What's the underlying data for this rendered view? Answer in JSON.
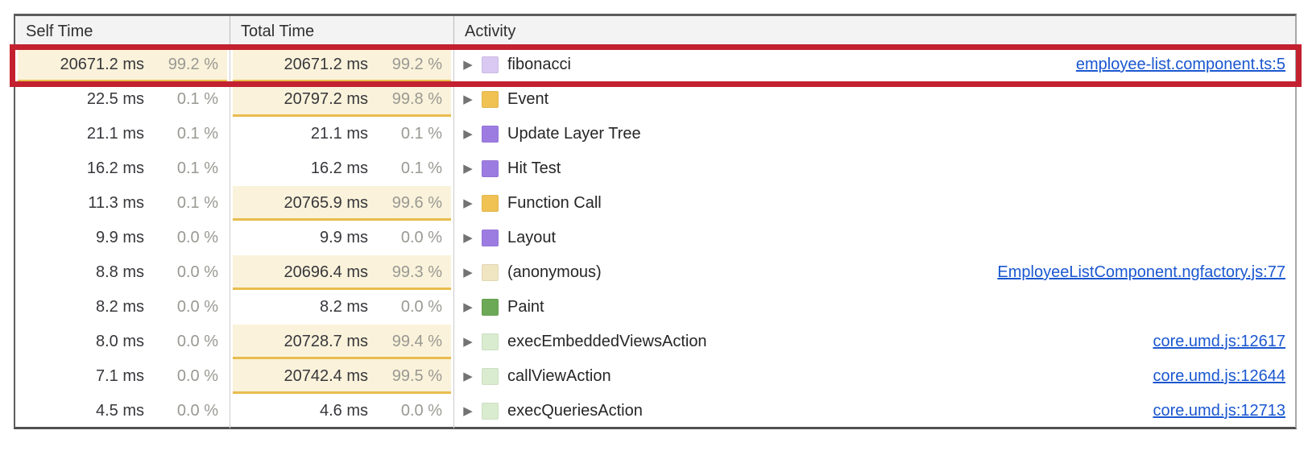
{
  "panel": "performance-call-tree",
  "colors": {
    "heavy_cell_bg": "#faf2da",
    "heavy_cell_border": "#e8bc4e",
    "annotation_red": "#c32030",
    "link_blue": "#1a57d0",
    "header_bg": "#f3f3f3"
  },
  "table": {
    "columns": {
      "self": "Self Time",
      "total": "Total Time",
      "activity": "Activity"
    },
    "rows": [
      {
        "self_ms": "20671.2 ms",
        "self_pct": "99.2 %",
        "self_heavy": true,
        "total_ms": "20671.2 ms",
        "total_pct": "99.2 %",
        "total_heavy": true,
        "activity": "fibonacci",
        "icon": "scripting-frame-icon",
        "icon_color": "#d9c8f2",
        "icon_speckled": true,
        "link": "employee-list.component.ts:5",
        "highlighted": true
      },
      {
        "self_ms": "22.5 ms",
        "self_pct": "0.1 %",
        "self_heavy": false,
        "total_ms": "20797.2 ms",
        "total_pct": "99.8 %",
        "total_heavy": true,
        "activity": "Event",
        "icon": "event-category-icon",
        "icon_color": "#f0c254",
        "icon_speckled": true,
        "link": "",
        "highlighted": false
      },
      {
        "self_ms": "21.1 ms",
        "self_pct": "0.1 %",
        "self_heavy": false,
        "total_ms": "21.1 ms",
        "total_pct": "0.1 %",
        "total_heavy": false,
        "activity": "Update Layer Tree",
        "icon": "rendering-category-icon",
        "icon_color": "#9d7ce2",
        "icon_speckled": false,
        "link": "",
        "highlighted": false
      },
      {
        "self_ms": "16.2 ms",
        "self_pct": "0.1 %",
        "self_heavy": false,
        "total_ms": "16.2 ms",
        "total_pct": "0.1 %",
        "total_heavy": false,
        "activity": "Hit Test",
        "icon": "rendering-category-icon",
        "icon_color": "#9d7ce2",
        "icon_speckled": false,
        "link": "",
        "highlighted": false
      },
      {
        "self_ms": "11.3 ms",
        "self_pct": "0.1 %",
        "self_heavy": false,
        "total_ms": "20765.9 ms",
        "total_pct": "99.6 %",
        "total_heavy": true,
        "activity": "Function Call",
        "icon": "scripting-category-icon",
        "icon_color": "#f0c254",
        "icon_speckled": true,
        "link": "",
        "highlighted": false
      },
      {
        "self_ms": "9.9 ms",
        "self_pct": "0.0 %",
        "self_heavy": false,
        "total_ms": "9.9 ms",
        "total_pct": "0.0 %",
        "total_heavy": false,
        "activity": "Layout",
        "icon": "rendering-category-icon",
        "icon_color": "#9d7ce2",
        "icon_speckled": false,
        "link": "",
        "highlighted": false
      },
      {
        "self_ms": "8.8 ms",
        "self_pct": "0.0 %",
        "self_heavy": false,
        "total_ms": "20696.4 ms",
        "total_pct": "99.3 %",
        "total_heavy": true,
        "activity": "(anonymous)",
        "icon": "scripting-frame-icon",
        "icon_color": "#f0e5c1",
        "icon_speckled": true,
        "link": "EmployeeListComponent.ngfactory.js:77",
        "highlighted": false
      },
      {
        "self_ms": "8.2 ms",
        "self_pct": "0.0 %",
        "self_heavy": false,
        "total_ms": "8.2 ms",
        "total_pct": "0.0 %",
        "total_heavy": false,
        "activity": "Paint",
        "icon": "painting-category-icon",
        "icon_color": "#6ca957",
        "icon_speckled": false,
        "link": "",
        "highlighted": false
      },
      {
        "self_ms": "8.0 ms",
        "self_pct": "0.0 %",
        "self_heavy": false,
        "total_ms": "20728.7 ms",
        "total_pct": "99.4 %",
        "total_heavy": true,
        "activity": "execEmbeddedViewsAction",
        "icon": "scripting-frame-icon",
        "icon_color": "#d9ecd0",
        "icon_speckled": true,
        "link": "core.umd.js:12617",
        "highlighted": false
      },
      {
        "self_ms": "7.1 ms",
        "self_pct": "0.0 %",
        "self_heavy": false,
        "total_ms": "20742.4 ms",
        "total_pct": "99.5 %",
        "total_heavy": true,
        "activity": "callViewAction",
        "icon": "scripting-frame-icon",
        "icon_color": "#d9ecd0",
        "icon_speckled": true,
        "link": "core.umd.js:12644",
        "highlighted": false
      },
      {
        "self_ms": "4.5 ms",
        "self_pct": "0.0 %",
        "self_heavy": false,
        "total_ms": "4.6 ms",
        "total_pct": "0.0 %",
        "total_heavy": false,
        "activity": "execQueriesAction",
        "icon": "scripting-frame-icon",
        "icon_color": "#d9ecd0",
        "icon_speckled": true,
        "link": "core.umd.js:12713",
        "highlighted": false
      }
    ],
    "expander_glyph": "▶"
  }
}
